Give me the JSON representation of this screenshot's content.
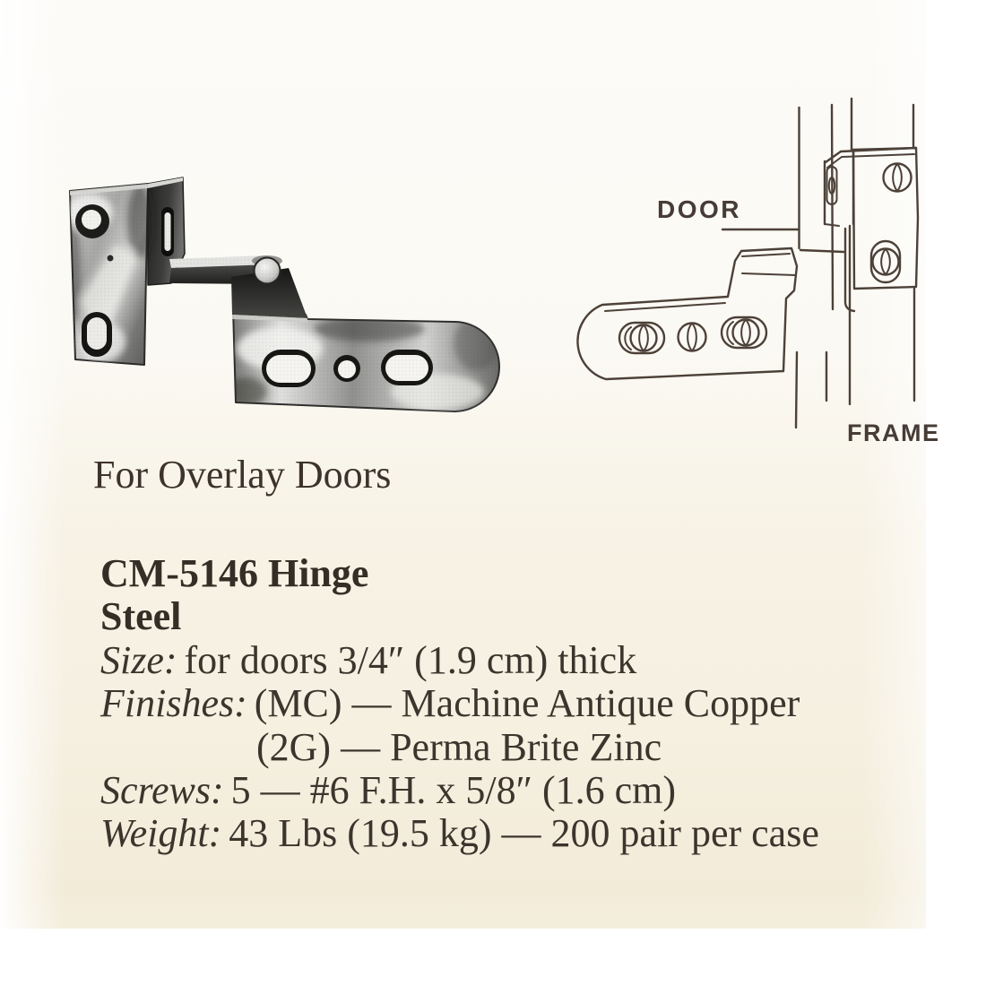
{
  "caption": "For Overlay Doors",
  "diagram": {
    "door_label": "DOOR",
    "frame_label": "FRAME",
    "line_color": "#4c4138"
  },
  "photo": {
    "subject": "CM-5146 overlay hinge, polished steel, two-part angle bracket with slotted mounting plate"
  },
  "specs": {
    "title": "CM-5146 Hinge",
    "material": "Steel",
    "size_label": "Size:",
    "size_value": "for doors 3/4″ (1.9 cm) thick",
    "finishes_label": "Finishes:",
    "finishes_value_1": "(MC) — Machine Antique Copper",
    "finishes_value_2": "(2G) — Perma Brite Zinc",
    "screws_label": "Screws:",
    "screws_value": "5 — #6 F.H. x 5/8″ (1.6 cm)",
    "weight_label": "Weight:",
    "weight_value": "43 Lbs (19.5 kg) — 200 pair per case"
  },
  "colors": {
    "ink": "#3d342d",
    "paper_cream": "#f6f0e1",
    "paper_white": "#fcfbf8"
  }
}
